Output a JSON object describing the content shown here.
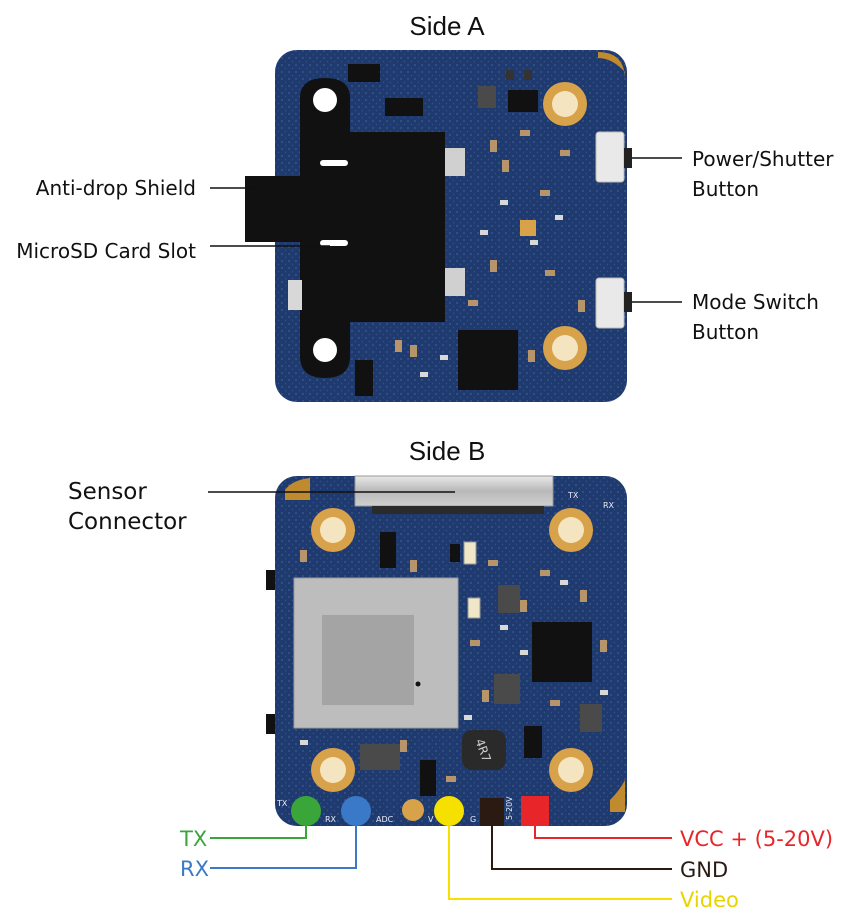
{
  "side_a": {
    "title": "Side A",
    "labels": {
      "anti_drop_shield": "Anti-drop Shield",
      "microsd_slot": "MicroSD Card Slot",
      "power_button_line1": "Power/Shutter",
      "power_button_line2": "Button",
      "mode_button_line1": "Mode Switch",
      "mode_button_line2": "Button"
    }
  },
  "side_b": {
    "title": "Side B",
    "labels": {
      "sensor_connector_line1": "Sensor",
      "sensor_connector_line2": "Connector"
    },
    "silkscreen": {
      "tx_top": "TX",
      "rx_top": "RX",
      "tx_pad": "TX",
      "rx_pad": "RX",
      "adc_pad": "ADC",
      "v_pad": "V",
      "g_pad": "G",
      "vin_pad": "5-20V",
      "inductor": "4R7"
    },
    "pins": {
      "tx": "TX",
      "rx": "RX",
      "vcc": "VCC + (5-20V)",
      "gnd": "GND",
      "video": "Video"
    }
  },
  "colors": {
    "pcb": "#1f3a6e",
    "gold": "#d7a24a",
    "tx": "#3aa63a",
    "rx": "#3a78c8",
    "video": "#f5e000",
    "gnd": "#2a1a12",
    "vcc": "#e8262a"
  }
}
